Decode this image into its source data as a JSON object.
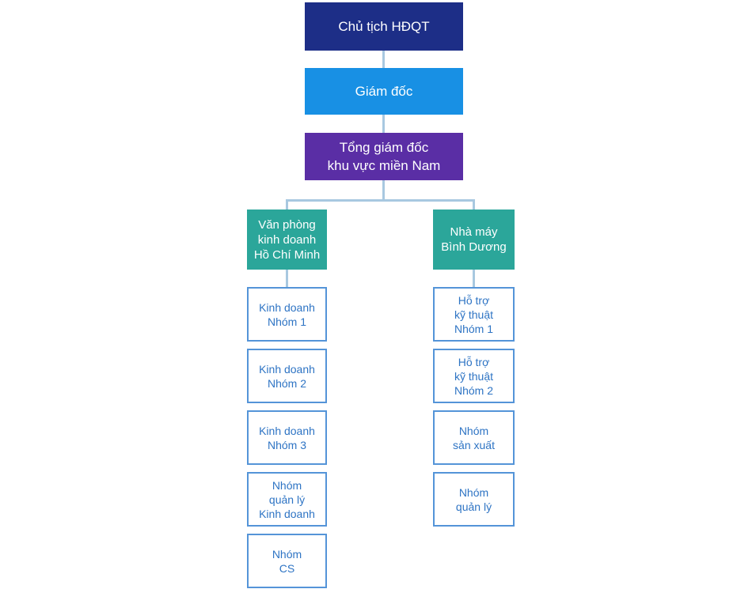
{
  "org": {
    "chairman": {
      "lines": [
        "Chủ tịch HĐQT"
      ]
    },
    "director": {
      "lines": [
        "Giám đốc"
      ]
    },
    "gm_south": {
      "lines": [
        "Tổng giám đốc",
        "khu vực miền Nam"
      ]
    },
    "branch_hcm": {
      "lines": [
        "Văn phòng",
        "kinh doanh",
        "Hồ Chí Minh"
      ]
    },
    "branch_binh_duong": {
      "lines": [
        "Nhà máy",
        "Bình Dương"
      ]
    },
    "left_children": [
      {
        "lines": [
          "Kinh doanh",
          "Nhóm 1"
        ]
      },
      {
        "lines": [
          "Kinh doanh",
          "Nhóm 2"
        ]
      },
      {
        "lines": [
          "Kinh doanh",
          "Nhóm 3"
        ]
      },
      {
        "lines": [
          "Nhóm",
          "quản lý",
          "Kinh doanh"
        ]
      },
      {
        "lines": [
          "Nhóm",
          "CS"
        ]
      }
    ],
    "right_children": [
      {
        "lines": [
          "Hỗ trợ",
          "kỹ thuật",
          "Nhóm 1"
        ]
      },
      {
        "lines": [
          "Hỗ trợ",
          "kỹ thuật",
          "Nhóm 2"
        ]
      },
      {
        "lines": [
          "Nhóm",
          "sản xuất"
        ]
      },
      {
        "lines": [
          "Nhóm",
          "quản lý"
        ]
      }
    ]
  },
  "colors": {
    "chairman_bg": "#1d2e87",
    "director_bg": "#1890e4",
    "gm_bg": "#5a2ea5",
    "branch_bg": "#2ba69a",
    "leaf_border": "#5494d8",
    "leaf_text": "#2e74c4",
    "connector_line": "#a8c8e0"
  }
}
